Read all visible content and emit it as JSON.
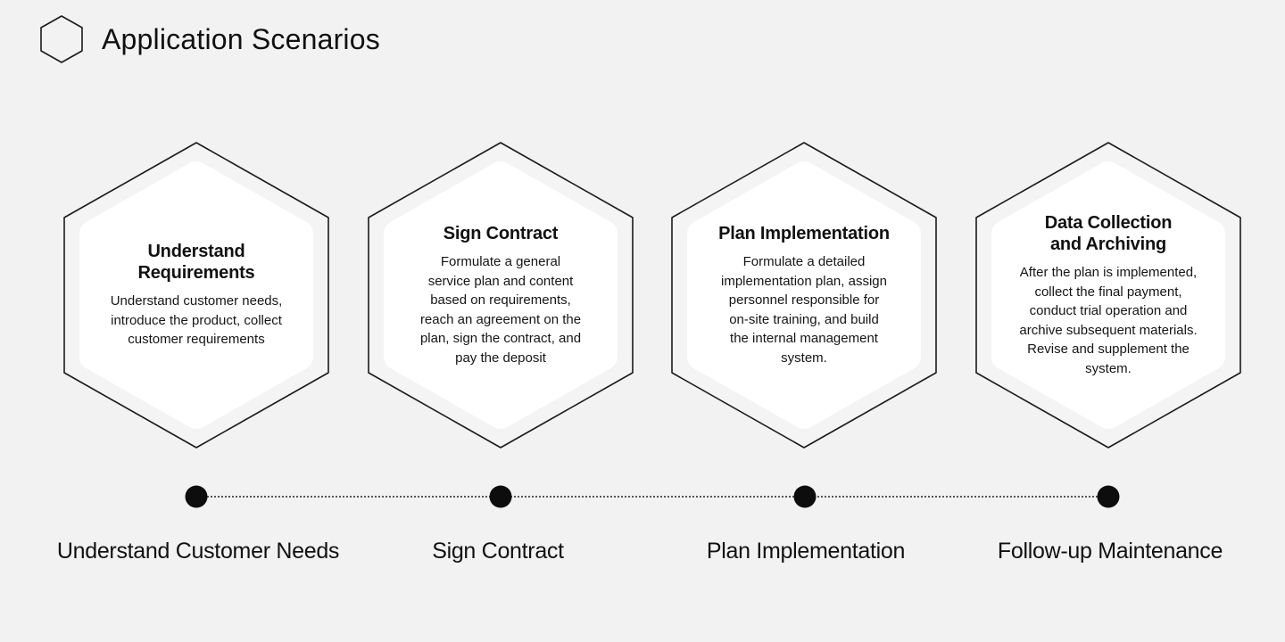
{
  "header": {
    "title": "Application Scenarios",
    "icon": "hexagon-outline-icon"
  },
  "cards": [
    {
      "title": "Understand Requirements",
      "description": "Understand customer needs, introduce the product, collect customer requirements"
    },
    {
      "title": "Sign Contract",
      "description": "Formulate a general service plan and content based on requirements, reach an agreement on the plan, sign the contract, and pay the deposit"
    },
    {
      "title": "Plan Implementation",
      "description": "Formulate a detailed implementation plan, assign personnel responsible for on-site training, and build the internal management system."
    },
    {
      "title": "Data Collection and Archiving",
      "description": "After the plan is implemented, collect the final payment, conduct trial operation and archive subsequent materials. Revise and supplement the system."
    }
  ],
  "timeline": {
    "steps": [
      "Understand Customer Needs",
      "Sign Contract",
      "Plan Implementation",
      "Follow-up Maintenance"
    ]
  },
  "colors": {
    "background": "#f2f2f2",
    "hex_outline": "#1a1a1a",
    "hex_inner_fill": "#ffffff",
    "node": "#0d0d0d"
  }
}
